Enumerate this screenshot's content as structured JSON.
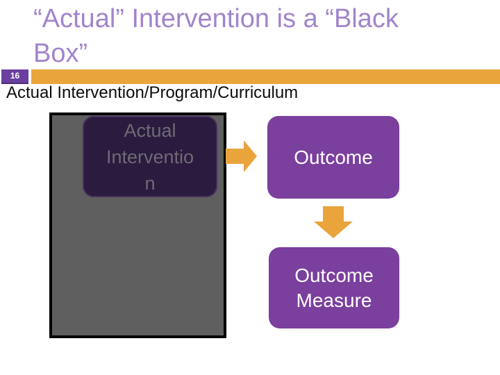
{
  "slide": {
    "number": "16",
    "title_lines": [
      "“Actual” Intervention is a “Black",
      "Box”"
    ],
    "subtitle": "Actual Intervention/Program/Curriculum"
  },
  "diagram": {
    "black_box_label_lines": [
      "Actual",
      "Interventio",
      "n"
    ],
    "outcome_label": "Outcome",
    "outcome_measure_label": "Outcome Measure",
    "icons": {
      "right_arrow": "block-arrow-right",
      "down_arrow": "block-arrow-down"
    }
  },
  "colors": {
    "title_text": "#A184CC",
    "accent_orange": "#E9A43C",
    "slide_number_bg": "#6B3FA0",
    "purple_box": "#7B3F9E",
    "dark_box_bg": "#2B1B3F",
    "dark_box_text": "#6F6A75",
    "gray_panel_bg": "#5F5F5F",
    "gray_panel_border": "#000000",
    "box_text": "#FFFFFF",
    "subtitle_text": "#0C0C0C"
  }
}
